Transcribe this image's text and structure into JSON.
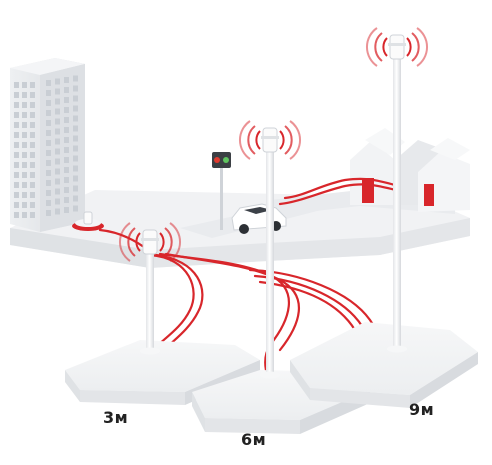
{
  "masts": [
    {
      "id": "mast-3m",
      "height_label": "3м"
    },
    {
      "id": "mast-6m",
      "height_label": "6м"
    },
    {
      "id": "mast-9m",
      "height_label": "9м"
    }
  ],
  "scene": {
    "accent_color": "#d8262b",
    "platform_color": "#eef0f2",
    "mast_color": "#f7f7f7",
    "car_color": "#ffffff",
    "icons": [
      "building-icon",
      "traffic-light-icon",
      "car-icon",
      "houses-icon",
      "signal-waves-icon"
    ]
  }
}
